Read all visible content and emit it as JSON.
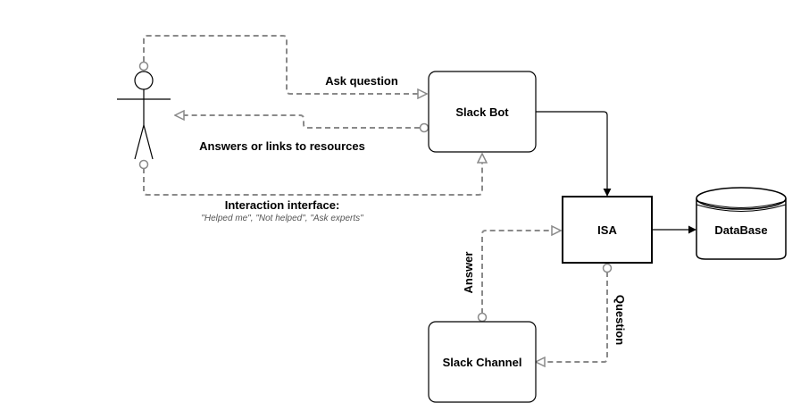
{
  "nodes": {
    "slack_bot": "Slack Bot",
    "isa": "ISA",
    "database": "DataBase",
    "slack_channel": "Slack Channel"
  },
  "edges": {
    "ask_question": "Ask question",
    "answers": "Answers or links to resources",
    "interaction_title": "Interaction interface:",
    "interaction_options": "\"Helped me\", \"Not helped\", \"Ask experts\"",
    "answer": "Answer",
    "question": "Question"
  }
}
